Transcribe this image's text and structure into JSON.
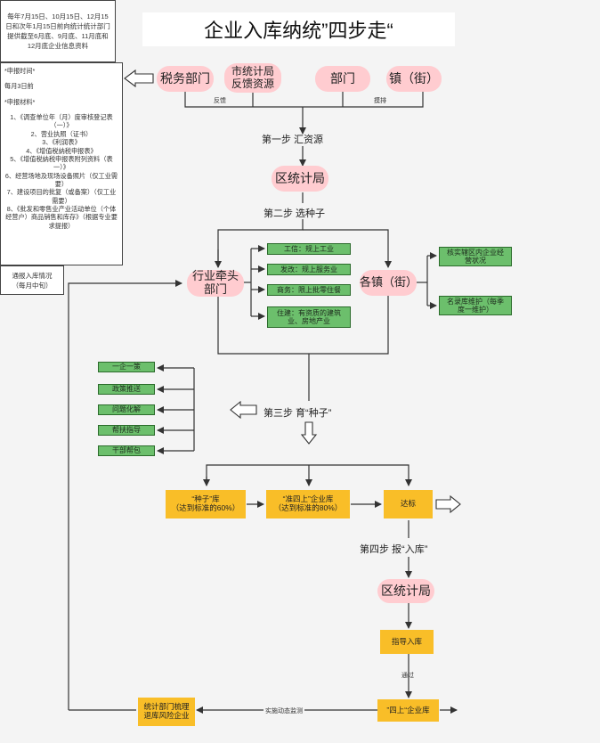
{
  "title": "企业入库纳统”四步走“",
  "top_nodes": {
    "tax": "税务部门",
    "city_stats": [
      "市统计局",
      "反馈资源"
    ],
    "dept": "部门",
    "town": "镇（街）"
  },
  "top_note": "每年7月15日、10月15日、12月15日和次年1月15日前向统计统计部门提供截至6月底、9月底、11月底和12月底企业信息资料",
  "edge_labels": {
    "feedback": "反馈",
    "sort": "摸排",
    "monitor": "实施动态监测",
    "pass": "通过"
  },
  "steps": {
    "step1": "第一步  汇资源",
    "step2": "第二步  选种子",
    "step3": "第三步  育“种子”",
    "step4": "第四步  报“入库”"
  },
  "district_stats": "区统计局",
  "industry_lead": [
    "行业牵头",
    "部门"
  ],
  "towns": "各镇（街）",
  "industry_items": [
    "工信：规上工业",
    "发改：规上服务业",
    "商务：限上批零住餐",
    "住建：有资质的建筑业、房地产业"
  ],
  "town_items": [
    "核实辖区内企业经营状况",
    "名录库维护（每季度一维护）"
  ],
  "nurture_items": [
    "一企一策",
    "政策推送",
    "问题化解",
    "帮扶指导",
    "干部帮包"
  ],
  "seed_lib": [
    "“种子”库",
    "（达到标准的60%）"
  ],
  "quasi_lib": [
    "“准四上”企业库",
    "（达到标准的80%）"
  ],
  "qualified": "达标",
  "report_note": {
    "time_title": "*申报时间*",
    "time_value": "每月3日前",
    "materials_title": "*申报材料*",
    "materials": [
      "1、《调查单位年（月）度审核登记表（一）》",
      "2、营业执照（证书）",
      "3、《利润表》",
      "4、《增值税纳税申报表》",
      "5、《增值税纳税申报表附列资料（表一）》",
      "6、经营场地及现场设备照片（仅工业需要）",
      "7、建设项目的批复（或备案）（仅工业需要）",
      "8、《批发和零售业产业活动单位（个体经营户）商品销售和库存》（根据专业要求提报）"
    ]
  },
  "district_stats2": "区统计局",
  "guide": "指导入库",
  "four_up": "”四上“企业库",
  "exit_mgmt": [
    "统计部门梳理",
    "退库风险企业"
  ],
  "notify": [
    "通报入库情况",
    "（每月中旬）"
  ],
  "colors": {
    "pink": "#ffccd0",
    "green": "#6cbf6c",
    "gold": "#f9be28",
    "line": "#333333"
  }
}
